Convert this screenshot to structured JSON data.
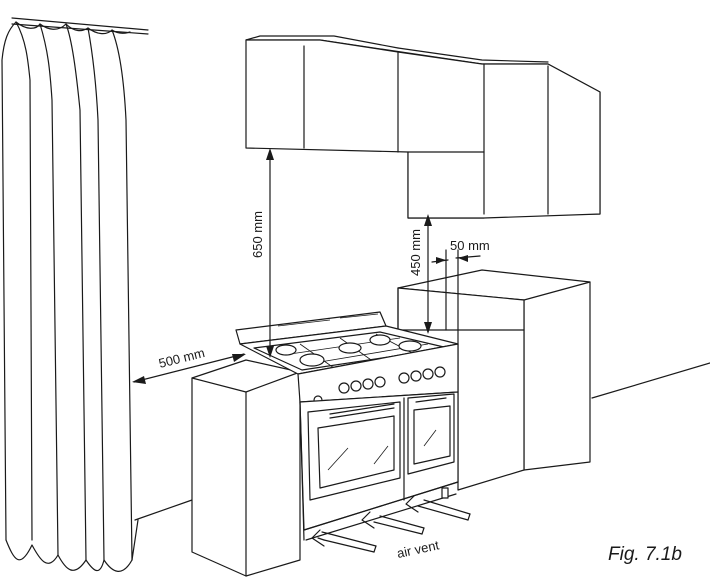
{
  "diagram": {
    "labels": {
      "dim_650": "650 mm",
      "dim_450": "450 mm",
      "dim_50": "50 mm",
      "dim_500": "500 mm",
      "air_vent": "air vent",
      "figure_caption": "Fig. 7.1b"
    },
    "icons": {
      "curtain": "curtain",
      "wall_cabinet": "wall-cabinet",
      "range_cooker": "range-cooker",
      "side_cabinet": "side-cabinet",
      "airflow": "airflow-arrow"
    }
  }
}
